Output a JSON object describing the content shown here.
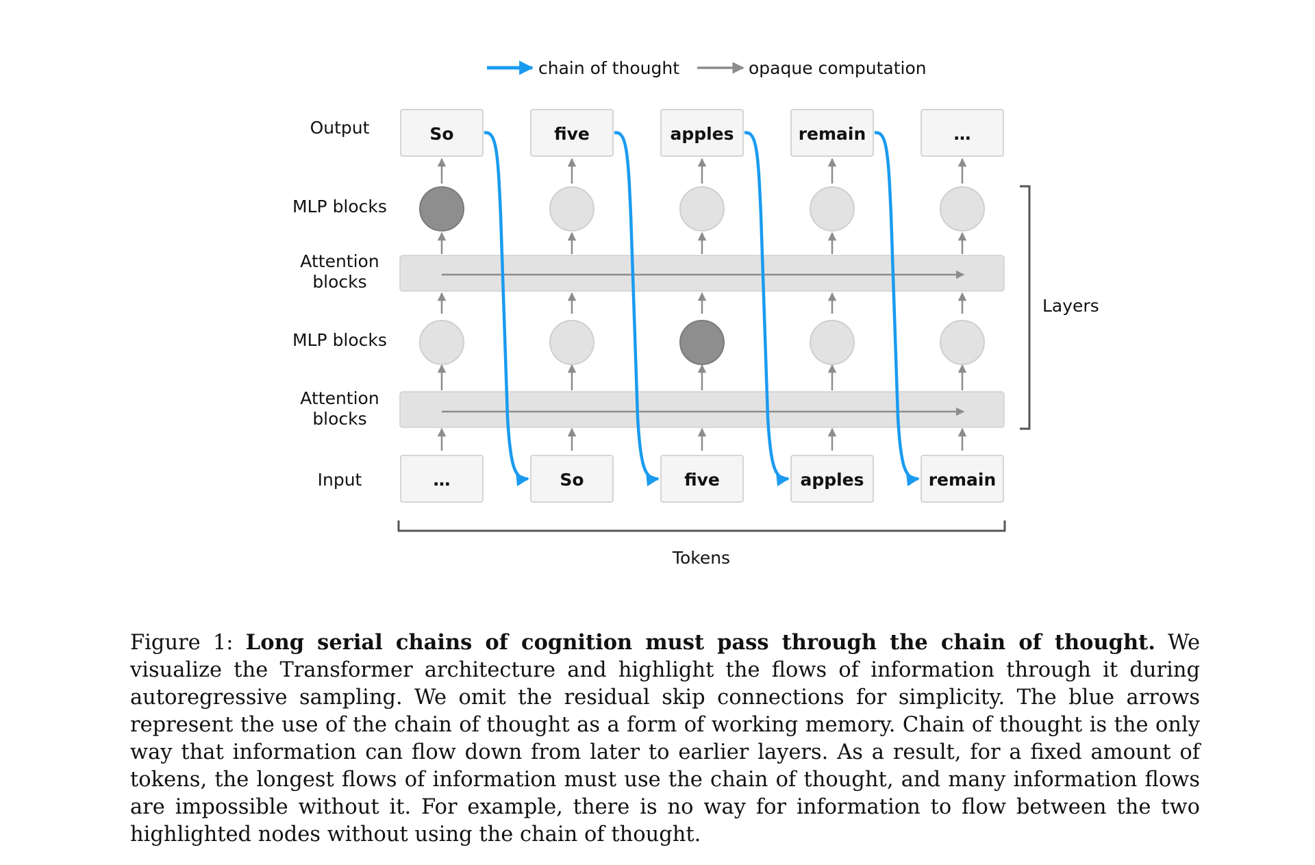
{
  "legend": {
    "cot_label": "chain of thought",
    "opaque_label": "opaque computation"
  },
  "row_labels": {
    "output": "Output",
    "mlp_top": "MLP blocks",
    "attn_top_line1": "Attention",
    "attn_top_line2": "blocks",
    "mlp_bottom": "MLP blocks",
    "attn_bottom_line1": "Attention",
    "attn_bottom_line2": "blocks",
    "input": "Input"
  },
  "output_tokens": [
    "So",
    "five",
    "apples",
    "remain",
    "…"
  ],
  "input_tokens": [
    "…",
    "So",
    "five",
    "apples",
    "remain"
  ],
  "highlighted_nodes": {
    "mlp_top": [
      0
    ],
    "mlp_bottom": [
      2
    ]
  },
  "side_label": "Layers",
  "bottom_label": "Tokens",
  "caption": {
    "prefix": "Figure 1: ",
    "bold": "Long serial chains of cognition must pass through the chain of thought.",
    "body": " We visualize the Transformer architecture and highlight the flows of information through it during autoregressive sampling. We omit the residual skip connections for simplicity. The blue arrows represent the use of the chain of thought as a form of working memory. Chain of thought is the only way that information can flow down from later to earlier layers. As a result, for a fixed amount of tokens, the longest flows of information must use the chain of thought, and many information flows are impossible without it. For example, there is no way for information to flow between the two highlighted nodes without using the chain of thought."
  },
  "colors": {
    "chain_of_thought": "#1a9bf0",
    "opaque_computation": "#8c8c8c",
    "node_fill": "#e2e2e2",
    "node_highlight": "#8e8e8e",
    "token_box": "#f5f5f5",
    "attention_band": "#e2e2e2"
  }
}
